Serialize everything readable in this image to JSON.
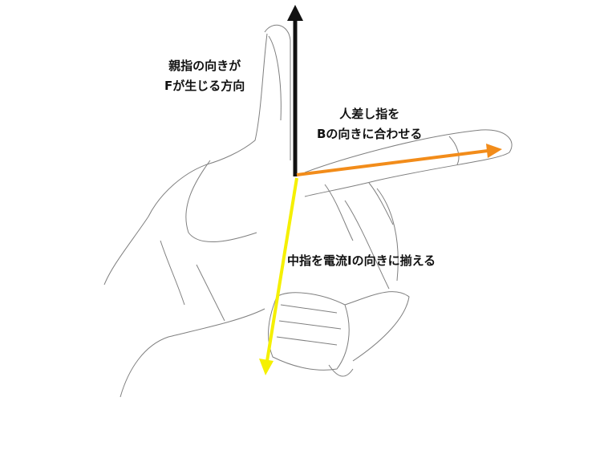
{
  "labels": {
    "thumb_line1": "親指の向きが",
    "thumb_line2": "Fが生じる方向",
    "index_line1": "人差し指を",
    "index_line2": "Bの向きに合わせる",
    "middle": "中指を電流Iの向きに揃える"
  },
  "colors": {
    "force_arrow": "#111111",
    "field_arrow": "#f28c1a",
    "current_arrow": "#f5f000",
    "sketch": "#555555"
  }
}
